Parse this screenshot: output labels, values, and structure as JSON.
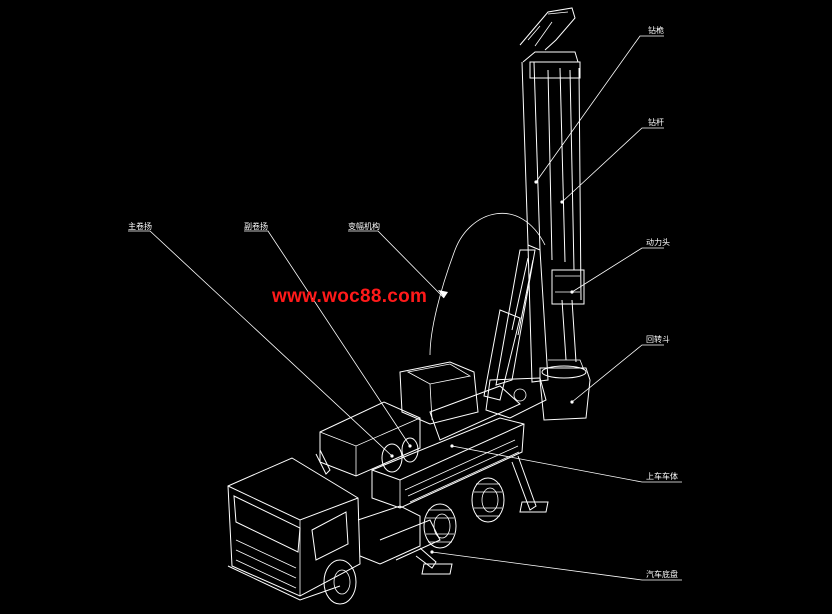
{
  "watermark": "www.woc88.com",
  "labels": {
    "crown_block": "钻桅",
    "drill_rod": "钻杆",
    "main_winch": "主卷扬",
    "aux_winch": "副卷扬",
    "luffing_mechanism": "变幅机构",
    "power_head": "动力头",
    "rotary_bucket": "回转斗",
    "upper_body": "上车车体",
    "truck_chassis": "汽车底盘"
  },
  "colors": {
    "background": "#000000",
    "lines": "#ffffff",
    "watermark": "#ff1a1a"
  }
}
